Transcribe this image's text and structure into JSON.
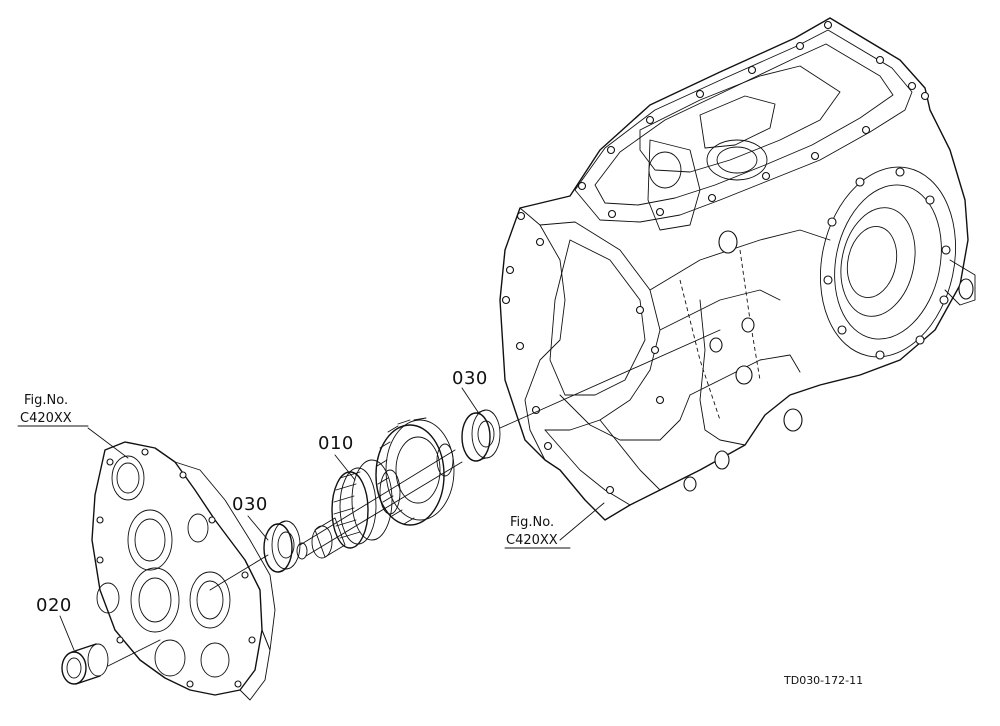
{
  "callouts": {
    "part_010": "010",
    "part_020": "020",
    "part_030_left": "030",
    "part_030_right": "030"
  },
  "references": {
    "left_fig_label": "Fig.No.",
    "left_fig_code": "C420XX",
    "right_fig_label": "Fig.No.",
    "right_fig_code": "C420XX"
  },
  "footer": {
    "drawing_code": "TD030-172-11"
  }
}
